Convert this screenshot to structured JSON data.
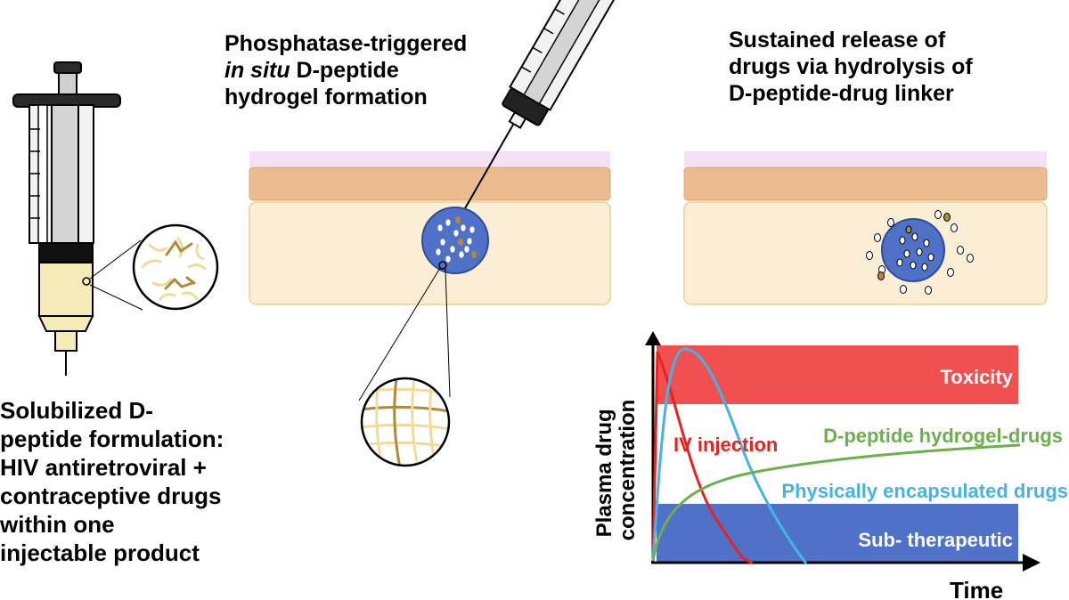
{
  "panels": {
    "formulation": {
      "lines": [
        "Solubilized D-",
        "peptide formulation:",
        "HIV antiretroviral +",
        "contraceptive drugs",
        "within one",
        "injectable product"
      ]
    },
    "formation": {
      "line1": "Phosphatase-triggered",
      "line2_italic": "in situ",
      "line2_rest": " D-peptide",
      "line3": "hydrogel formation"
    },
    "release": {
      "lines": [
        "Sustained release of",
        "drugs via hydrolysis of",
        "D-peptide-drug linker"
      ]
    }
  },
  "colors": {
    "skin_top": "#f3e2f6",
    "skin_dermis": "#ebbc8f",
    "skin_tissue": "#fbeed5",
    "hydrogel": "#4f72c8",
    "fiber_light": "#efdc9a",
    "fiber_dark": "#b08a3a",
    "toxicity": "#f05050",
    "subtherapeutic": "#4f72c8",
    "iv_curve": "#e8231f",
    "hydrogel_curve": "#6ab04c",
    "encapsulated_curve": "#46b3e6"
  },
  "chart_data": {
    "type": "line",
    "xlabel": "Time",
    "ylabel": "Plasma drug concentration",
    "bands": [
      {
        "name": "Toxicity",
        "color": "#f05050"
      },
      {
        "name": "Sub- therapeutic",
        "color": "#4f72c8"
      }
    ],
    "series": [
      {
        "name": "IV injection",
        "color": "#e8231f"
      },
      {
        "name": "D-peptide hydrogel-drugs",
        "color": "#6ab04c"
      },
      {
        "name": "Physically encapsulated drugs",
        "color": "#46b3e6"
      }
    ]
  }
}
